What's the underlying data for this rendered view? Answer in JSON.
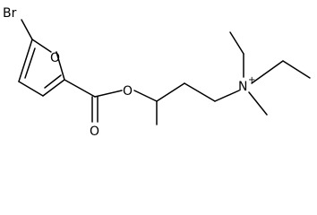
{
  "molecule": {
    "atoms": {
      "bromine": "Br",
      "furan_oxygen": "O",
      "ester_oxygen": "O",
      "carbonyl_oxygen": "O",
      "nitrogen": "N",
      "nitrogen_charge": "+"
    }
  }
}
